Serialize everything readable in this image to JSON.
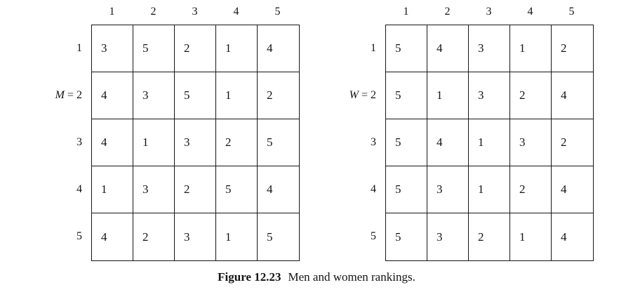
{
  "caption": {
    "figure_label": "Figure 12.23",
    "text": "Men and women rankings."
  },
  "matrices": [
    {
      "id": "men",
      "var_name": "M",
      "eq_row_index": 1,
      "col_headers": [
        "1",
        "2",
        "3",
        "4",
        "5"
      ],
      "row_headers": [
        "1",
        "2",
        "3",
        "4",
        "5"
      ],
      "rows": [
        [
          "3",
          "5",
          "2",
          "1",
          "4"
        ],
        [
          "4",
          "3",
          "5",
          "1",
          "2"
        ],
        [
          "4",
          "1",
          "3",
          "2",
          "5"
        ],
        [
          "1",
          "3",
          "2",
          "5",
          "4"
        ],
        [
          "4",
          "2",
          "3",
          "1",
          "5"
        ]
      ]
    },
    {
      "id": "women",
      "var_name": "W",
      "eq_row_index": 1,
      "col_headers": [
        "1",
        "2",
        "3",
        "4",
        "5"
      ],
      "row_headers": [
        "1",
        "2",
        "3",
        "4",
        "5"
      ],
      "rows": [
        [
          "5",
          "4",
          "3",
          "1",
          "2"
        ],
        [
          "5",
          "1",
          "3",
          "2",
          "4"
        ],
        [
          "5",
          "4",
          "1",
          "3",
          "2"
        ],
        [
          "5",
          "3",
          "1",
          "2",
          "4"
        ],
        [
          "5",
          "3",
          "2",
          "1",
          "4"
        ]
      ]
    }
  ]
}
